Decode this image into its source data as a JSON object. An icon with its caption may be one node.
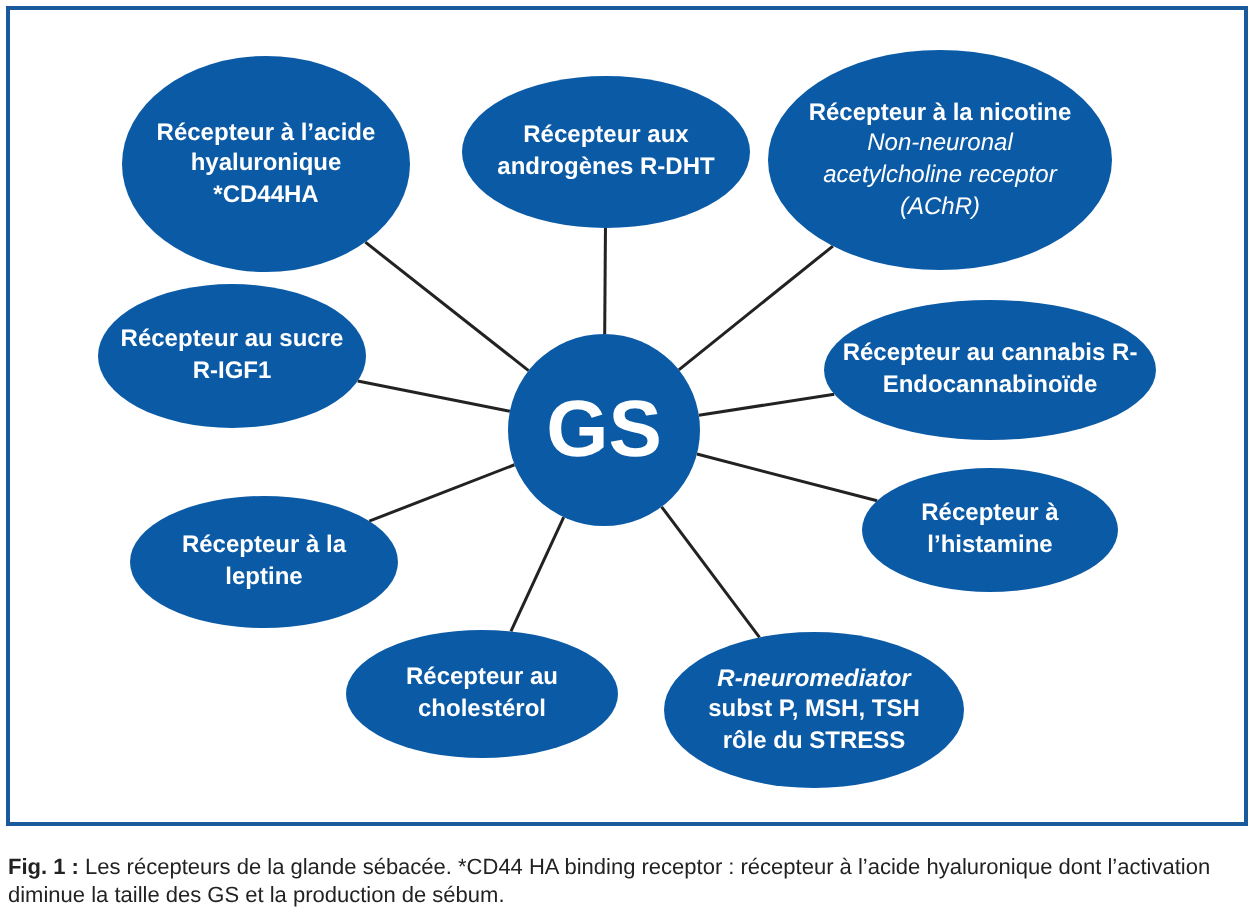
{
  "diagram": {
    "caption": "**Fig. 1 :** Les récepteurs de la glande sébacée. *CD44 HA binding receptor : récepteur à l’acide hyaluronique dont l’activation diminue la taille des GS et la production de sébum.",
    "nodes": [
      {
        "text": [
          "Récepteur à l’acide hyaluronique *CD44HA"
        ]
      },
      {
        "text": [
          "Récepteur aux androgènes R-DHT"
        ]
      },
      {
        "text": [
          "Récepteur à la nicotine",
          "Non-neuronal acetylcholine receptor (AChR)"
        ]
      },
      {
        "text": [
          "Récepteur au sucre R-IGF1"
        ]
      },
      {
        "text": [
          "Récepteur au cannabis R-Endocannabinoïde"
        ]
      },
      {
        "text": [
          "GS"
        ]
      },
      {
        "text": [
          "Récepteur à l’histamine"
        ]
      },
      {
        "text": [
          "Récepteur à la leptine"
        ]
      },
      {
        "text": [
          "Récepteur au cholestérol"
        ]
      },
      {
        "text": [
          "R-neuromediator",
          "subst P, MSH, TSH rôle du STRESS"
        ]
      }
    ],
    "edges": [
      {
        "from": 5,
        "to": 0,
        "arrow": "none"
      },
      {
        "from": 5,
        "to": 1,
        "arrow": "none"
      },
      {
        "from": 5,
        "to": 2,
        "arrow": "none"
      },
      {
        "from": 5,
        "to": 3,
        "arrow": "none"
      },
      {
        "from": 5,
        "to": 4,
        "arrow": "none"
      },
      {
        "from": 5,
        "to": 6,
        "arrow": "none"
      },
      {
        "from": 5,
        "to": 7,
        "arrow": "none"
      },
      {
        "from": 5,
        "to": 8,
        "arrow": "none"
      },
      {
        "from": 5,
        "to": 9,
        "arrow": "none"
      }
    ]
  }
}
